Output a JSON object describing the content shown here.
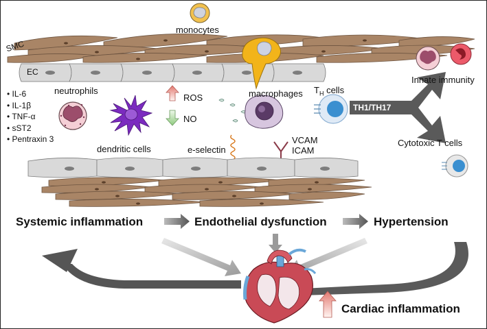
{
  "labels": {
    "smc": "SMC",
    "ec": "EC",
    "monocytes": "monocytes",
    "neutrophils": "neutrophils",
    "ros": "ROS",
    "no": "NO",
    "macrophages": "macrophages",
    "th_cells_base": "T",
    "th_cells_sub": "H",
    "th_cells_suffix": " cells",
    "th1_th17": "TH1/TH17",
    "innate_immunity": "Innate immunity",
    "cytotoxic_t_cells": "Cytotoxic T cells",
    "dendritic_cells": "dendritic cells",
    "e_selectin": "e-selectin",
    "vcam": "VCAM",
    "icam": "ICAM"
  },
  "cytokines": [
    "IL-6",
    "IL-1β",
    "TNF-α",
    "sST2",
    "Pentraxin 3"
  ],
  "flow": {
    "systemic": "Systemic inflammation",
    "endothelial": "Endothelial dysfunction",
    "hypertension": "Hypertension",
    "cardiac": "Cardiac inflammation"
  },
  "colors": {
    "smc": "#a98566",
    "ec": "#d9d9d9",
    "dendritic": "#7b2bbf",
    "monocyte_yellow": "#f2b41a",
    "tcell_blue": "#3a8fd0",
    "arrow_grey": "#555555",
    "up_arrow": "#e98b8b",
    "down_arrow": "#a6d49b"
  },
  "icons": [
    "heart-icon",
    "up-arrow-icon",
    "down-arrow-icon",
    "neutrophil-icon",
    "macrophage-icon",
    "t-cell-icon",
    "dendritic-cell-icon"
  ]
}
